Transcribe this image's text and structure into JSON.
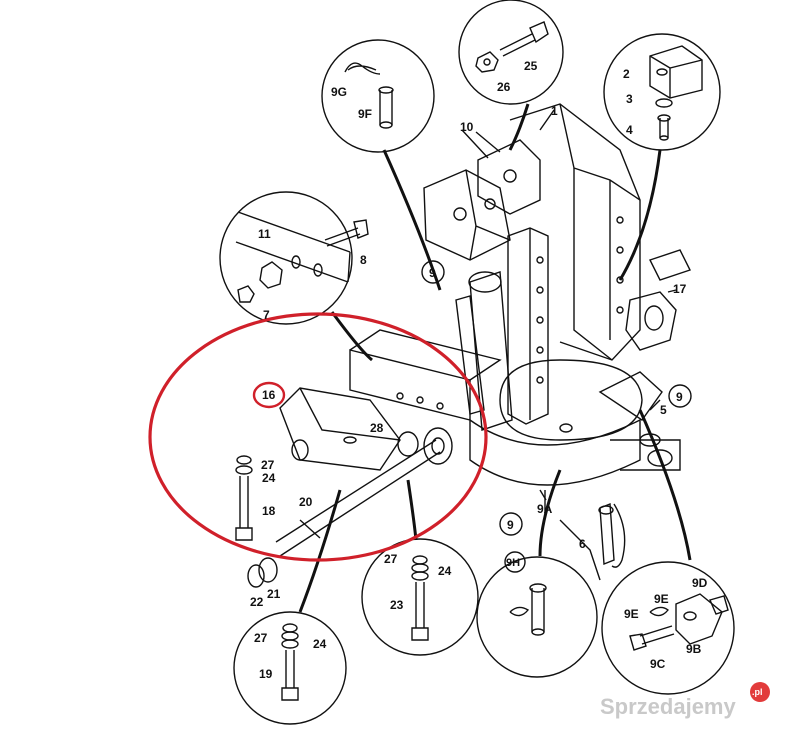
{
  "labels": {
    "l1": "1",
    "l2": "2",
    "l3": "3",
    "l4": "4",
    "l5": "5",
    "l6": "6",
    "l7": "7",
    "l8": "8",
    "l9a": "9",
    "l9b": "9",
    "l9c": "9",
    "l9A": "9A",
    "l9B": "9B",
    "l9C": "9C",
    "l9D": "9D",
    "l9E1": "9E",
    "l9E2": "9E",
    "l9F": "9F",
    "l9G": "9G",
    "l9H": "9H",
    "l10": "10",
    "l11": "11",
    "l16": "16",
    "l17": "17",
    "l18": "18",
    "l19": "19",
    "l20": "20",
    "l21": "21",
    "l22": "22",
    "l23": "23",
    "l24a": "24",
    "l24b": "24",
    "l24c": "24",
    "l25": "25",
    "l26": "26",
    "l27a": "27",
    "l27b": "27",
    "l27c": "27",
    "l28": "28"
  },
  "watermark": {
    "text": "Sprzedajemy",
    "badge": ".pl"
  },
  "colors": {
    "line": "#111111",
    "highlight": "#d0202a",
    "watermark": "#c9c9c9",
    "badge": "#e23b3b"
  }
}
